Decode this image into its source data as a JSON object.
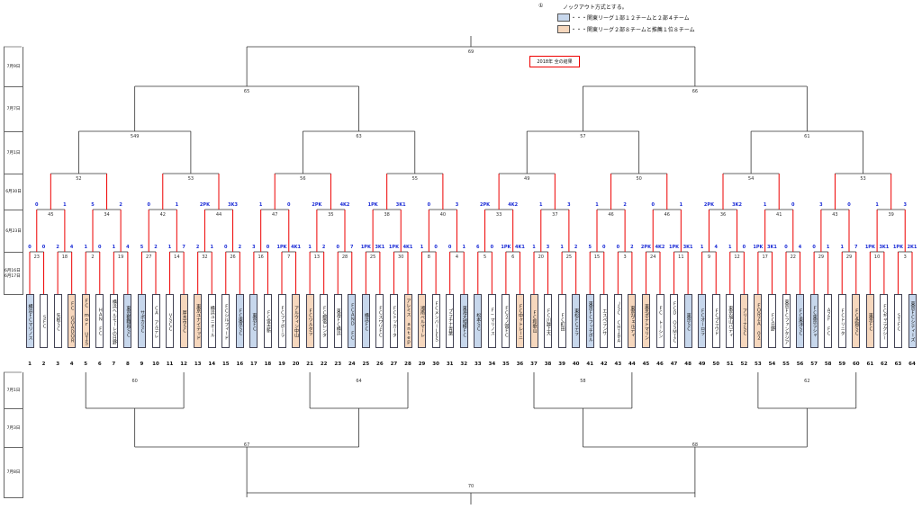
{
  "header": {
    "circle_num": "①",
    "rule": "ノックアウト方式とする。",
    "legend": [
      {
        "label": "・・・関東リーグ１部１２チームと２部４チーム",
        "color": "#c7d7ec"
      },
      {
        "label": "・・・関東リーグ２部８チームと推薦１位８チーム",
        "color": "#f6d7bd"
      }
    ]
  },
  "result_label": "2018年 全の結果",
  "dates": [
    "7月9日",
    "7月7日",
    "7月1日",
    "6月30日",
    "6月23日",
    "6月16日\n6月17日",
    "7月1日",
    "7月3日",
    "7月8日"
  ],
  "teams": [
    {
      "name": "横浜ＦＣマリノス",
      "s": "b"
    },
    {
      "name": "ＳＦＣ",
      "s": "p"
    },
    {
      "name": "矢板ＳＣ",
      "s": "p"
    },
    {
      "name": "ＦＣ ＧＯＡＤＯＲ",
      "s": "t"
    },
    {
      "name": "ＦＣ ｍｏｒ ＵＩＳ",
      "s": "t"
    },
    {
      "name": "ＨＡＮ ＦＣ",
      "s": "p"
    },
    {
      "name": "横浜ヘルモーレの日野",
      "s": "p"
    },
    {
      "name": "東京都職員ＳＣ",
      "s": "b"
    },
    {
      "name": "サポカＳＣ",
      "s": "b"
    },
    {
      "name": "ＣＡ アルデレ",
      "s": "p"
    },
    {
      "name": "ＶＳＣＣ",
      "s": "p"
    },
    {
      "name": "厚木市ＳＣ",
      "s": "t"
    },
    {
      "name": "東京ユナイテッド",
      "s": "t"
    },
    {
      "name": "横浜ユニオール",
      "s": "p"
    },
    {
      "name": "ＦＣシルフィード",
      "s": "p"
    },
    {
      "name": "ＦＣ東京ＳＣ",
      "s": "b"
    },
    {
      "name": "東京ＦＣ",
      "s": "b"
    },
    {
      "name": "ＦＣ宮古新",
      "s": "p"
    },
    {
      "name": "ＦＣファボーラ",
      "s": "p"
    },
    {
      "name": "アルウィン中山",
      "s": "t"
    },
    {
      "name": "ＦＣツルタラ",
      "s": "t"
    },
    {
      "name": "ＦＣ都電レンタ",
      "s": "p"
    },
    {
      "name": "東海ＦＣ横浜",
      "s": "p"
    },
    {
      "name": "ＦＣＡＮＤ ＦＣ",
      "s": "b"
    },
    {
      "name": "横浜ＦＣ",
      "s": "b"
    },
    {
      "name": "ＦＣスワリＦＣ",
      "s": "p"
    },
    {
      "name": "ＦＣトッカータ",
      "s": "p"
    },
    {
      "name": "アレミス ａｎｔｅｐ",
      "s": "t"
    },
    {
      "name": "湘南ベルマーレ",
      "s": "t"
    },
    {
      "name": "ＦＣメンバーＬＥＳ",
      "s": "p"
    },
    {
      "name": "プラチナ青葉",
      "s": "p"
    },
    {
      "name": "東海大相模ＦＣ",
      "s": "b"
    },
    {
      "name": "松本ＳＣ",
      "s": "b"
    },
    {
      "name": "Ｆ−マリノス",
      "s": "p"
    },
    {
      "name": "ＦＣ２ノ宮ＦＣ",
      "s": "p"
    },
    {
      "name": "ＦＣ中ヶトレーニ",
      "s": "t"
    },
    {
      "name": "ＦＣ和歌山",
      "s": "t"
    },
    {
      "name": "ＦＣ川越上大",
      "s": "p"
    },
    {
      "name": "ＦＣ町田",
      "s": "p"
    },
    {
      "name": "東松ＦＣテラ",
      "s": "b"
    },
    {
      "name": "東京ＦＣフッチボル",
      "s": "b"
    },
    {
      "name": "エスペランサ",
      "s": "p"
    },
    {
      "name": "ＪＳＣ ＣＨＩＢＡ",
      "s": "p"
    },
    {
      "name": "東京ヴェルディ",
      "s": "t"
    },
    {
      "name": "東京ポテトマリン",
      "s": "t"
    },
    {
      "name": "ＦＣ トーシン",
      "s": "p"
    },
    {
      "name": "ＦＣＤ ＯＳＭＩＣ",
      "s": "p"
    },
    {
      "name": "東京ＳＣ",
      "s": "b"
    },
    {
      "name": "ＦＣオーロラ",
      "s": "b"
    },
    {
      "name": "ＦＣプラウド",
      "s": "p"
    },
    {
      "name": "東京旭山バディ",
      "s": "p"
    },
    {
      "name": "アリーナＳＣ",
      "s": "t"
    },
    {
      "name": "ＦＯＲＺＡ ０２",
      "s": "t"
    },
    {
      "name": "ＦＣ日野",
      "s": "p"
    },
    {
      "name": "東京ＦＣファンタジア",
      "s": "p"
    },
    {
      "name": "ＦＣ東洋ＳＣ",
      "s": "b"
    },
    {
      "name": "ＦＣ東京ラシャ",
      "s": "b"
    },
    {
      "name": "ＡＺＦ ＦＣ",
      "s": "p"
    },
    {
      "name": "ＦＣトリニタ",
      "s": "p"
    },
    {
      "name": "ＦＣ多賀ＳＣ",
      "s": "t"
    },
    {
      "name": "東京ＦＣ",
      "s": "t"
    },
    {
      "name": "ＦＣギャラクシー",
      "s": "p"
    },
    {
      "name": "ＳＴＦＣ",
      "s": "p"
    },
    {
      "name": "東京ＦＣシティーズ",
      "s": "b"
    }
  ],
  "r1_matches": [
    "23",
    "18",
    "2",
    "19",
    "27",
    "14",
    "32",
    "26",
    "16",
    "7",
    "13",
    "28",
    "25",
    "30",
    "8",
    "4",
    "5",
    "6",
    "20",
    "25",
    "15",
    "3",
    "24",
    "11",
    "9",
    "12",
    "17",
    "22",
    "29",
    "29",
    "10",
    "3"
  ],
  "r1_scores": [
    [
      "0",
      "0"
    ],
    [
      "2",
      "4"
    ],
    [
      "1",
      "0"
    ],
    [
      "1",
      "4"
    ],
    [
      "5",
      "2"
    ],
    [
      "1",
      "7"
    ],
    [
      "2",
      "1"
    ],
    [
      "0",
      "2"
    ],
    [
      "3",
      "0"
    ],
    [
      "1PK",
      "4K1"
    ],
    [
      "1",
      "2"
    ],
    [
      "0",
      "7"
    ],
    [
      "1PK",
      "3K1"
    ],
    [
      "1PK",
      "4K1"
    ],
    [
      "1",
      "0"
    ],
    [
      "0",
      "1"
    ],
    [
      "6",
      "0"
    ],
    [
      "1PK",
      "4K1"
    ],
    [
      "1",
      "3"
    ],
    [
      "1",
      "2"
    ],
    [
      "5",
      "0"
    ],
    [
      "0",
      "2"
    ],
    [
      "2PK",
      "4K2"
    ],
    [
      "1PK",
      "3K1"
    ],
    [
      "1",
      "4"
    ],
    [
      "1",
      "0"
    ],
    [
      "1PK",
      "3K1"
    ],
    [
      "0",
      "4"
    ],
    [
      "0",
      "1"
    ],
    [
      "1",
      "7"
    ],
    [
      "1PK",
      "3K1"
    ],
    [
      "1PK",
      "2K1"
    ]
  ],
  "r2_matches": [
    "45",
    "34",
    "42",
    "44",
    "47",
    "35",
    "38",
    "40",
    "33",
    "37",
    "46",
    "46",
    "36",
    "41",
    "43",
    "39"
  ],
  "r2_scores": [
    [
      "0",
      "1"
    ],
    [
      "5",
      "2"
    ],
    [
      "0",
      "1"
    ],
    [
      "2PK",
      "3K3"
    ],
    [
      "1",
      "0"
    ],
    [
      "2PK",
      "4K2"
    ],
    [
      "1PK",
      "3K1"
    ],
    [
      "0",
      "3"
    ],
    [
      "2PK",
      "4K2"
    ],
    [
      "1",
      "3"
    ],
    [
      "1",
      "2"
    ],
    [
      "0",
      "1"
    ],
    [
      "2PK",
      "3K2"
    ],
    [
      "1",
      "0"
    ],
    [
      "3",
      "0"
    ],
    [
      "1",
      "3"
    ]
  ],
  "r3_matches": [
    "52",
    "53",
    "56",
    "55",
    "49",
    "50",
    "54",
    "53"
  ],
  "r4_matches": [
    "549",
    "63",
    "57",
    "61"
  ],
  "sf_matches": [
    "65",
    "66"
  ],
  "final_match": "69",
  "bottom": {
    "r_a": [
      "60",
      "64",
      "58",
      "62"
    ],
    "r_b": [
      "67",
      "68"
    ],
    "r_c": "70"
  }
}
